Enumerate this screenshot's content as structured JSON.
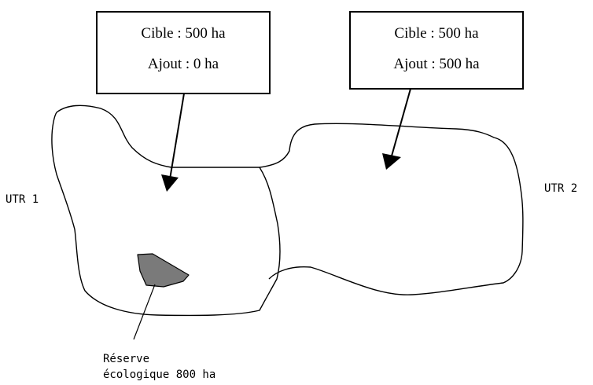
{
  "callouts": {
    "utr1": {
      "target": "Cible : 500 ha",
      "added": "Ajout : 0 ha"
    },
    "utr2": {
      "target": "Cible : 500 ha",
      "added": "Ajout : 500 ha"
    }
  },
  "regions": {
    "utr1_label": "UTR 1",
    "utr2_label": "UTR 2"
  },
  "reserve": {
    "label_line1": "Réserve",
    "label_line2": "écologique 800 ha",
    "fill_color": "#7a7a7a"
  }
}
